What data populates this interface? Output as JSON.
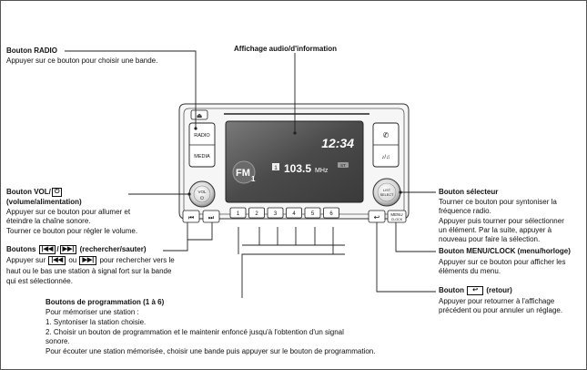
{
  "radio": {
    "title": "Bouton RADIO",
    "desc": "Appuyer sur ce bouton pour choisir une bande."
  },
  "display_label": "Affichage audio/d'information",
  "vol": {
    "title": "Bouton VOL/",
    "title2": "(volume/alimentation)",
    "lines": [
      "Appuyer sur ce bouton pour allumer et",
      "éteindre la chaîne sonore.",
      "Tourner ce bouton pour régler le volume."
    ]
  },
  "seek": {
    "title_pre": "Boutons",
    "title_sep": "/",
    "title_post": "(rechercher/sauter)",
    "line1_pre": "Appuyer sur",
    "line1_mid": "ou",
    "line1_post": "pour rechercher vers le",
    "lines": [
      "haut ou le bas une station à signal fort sur la bande",
      "qui est sélectionnée."
    ]
  },
  "presets": {
    "title": "Boutons de programmation (1 à 6)",
    "intro": "Pour mémoriser une station :",
    "steps": [
      "1.  Syntoniser la station choisie.",
      "2.  Choisir un bouton de programmation et le maintenir enfoncé jusqu'à l'obtention d'un signal",
      "      sonore."
    ],
    "outro": "Pour écouter une station mémorisée, choisir une bande puis appuyer sur le bouton de programmation."
  },
  "selector": {
    "title": "Bouton sélecteur",
    "lines": [
      "Tourner ce bouton pour syntoniser la",
      "fréquence radio.",
      "Appuyer puis tourner pour sélectionner",
      "un élément. Par la suite, appuyer à",
      "nouveau pour faire la sélection."
    ]
  },
  "menu": {
    "title": "Bouton MENU/CLOCK (menu/horloge)",
    "lines": [
      "Appuyer sur ce bouton pour afficher les",
      "éléments du menu."
    ]
  },
  "back": {
    "title_pre": "Bouton",
    "title_post": "(retour)",
    "lines": [
      "Appuyer pour retourner à l'affichage",
      "précédent ou pour annuler un réglage."
    ]
  },
  "unit": {
    "radio_btn": "RADIO",
    "media_btn": "MEDIA",
    "vol_btn": "VOL",
    "clock": "12:34",
    "band": "FM",
    "band_num": "1",
    "preset_badge": "1",
    "freq": "103.5",
    "freq_unit": "MHz",
    "st_badge": "ST",
    "preset_buttons": [
      "1",
      "2",
      "3",
      "4",
      "5",
      "6"
    ],
    "sel_l1": "LIST",
    "sel_l2": "SELECT",
    "menu_l1": "MENU",
    "menu_l2": "CLOCK"
  }
}
